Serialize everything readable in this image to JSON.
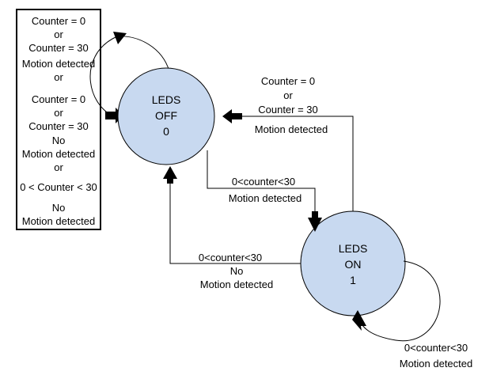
{
  "legend_box": {
    "lines": [
      "Counter = 0",
      "or",
      "Counter = 30",
      "Motion detected",
      "or",
      "Counter = 0",
      "or",
      "Counter = 30",
      "No",
      "Motion detected",
      "or",
      "0 < Counter < 30",
      "No",
      "Motion detected"
    ]
  },
  "states": {
    "off": {
      "lines": [
        "LEDS",
        "OFF",
        "0"
      ]
    },
    "on": {
      "lines": [
        "LEDS",
        "ON",
        "1"
      ]
    }
  },
  "transitions": {
    "on_to_off": {
      "lines": [
        "Counter = 0",
        "or",
        "Counter = 30",
        "Motion detected"
      ]
    },
    "off_to_on": {
      "lines": [
        "0<counter<30",
        "Motion detected"
      ]
    },
    "on_return": {
      "lines": [
        "0<counter<30",
        "No",
        "Motion detected"
      ]
    },
    "on_self": {
      "lines": [
        "0<counter<30",
        "Motion detected"
      ]
    }
  },
  "colors": {
    "state_fill": "#c8d9f0",
    "stroke": "#000000"
  }
}
